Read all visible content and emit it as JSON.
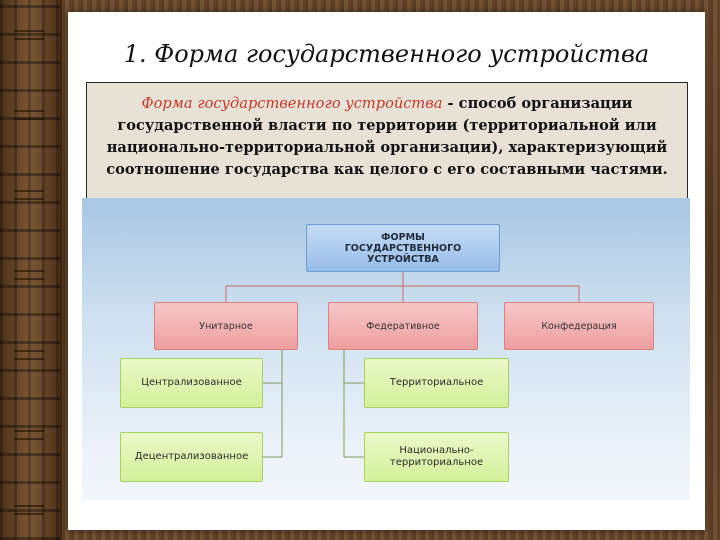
{
  "slide": {
    "title": "1. Форма государственного устройства",
    "definition": {
      "term": "Форма государственного устройства",
      "text": " - способ организации государственной власти по территории (территориальной или национально-территориальной организации), характеризующий соотношение государства как целого с его составными частями."
    }
  },
  "diagram": {
    "root": "ФОРМЫ\nГОСУДАРСТВЕННОГО\nУСТРОЙСТВА",
    "types": [
      "Унитарное",
      "Федеративное",
      "Конфедерация"
    ],
    "unitary_kinds": [
      "Централизованное",
      "Децентрализованное"
    ],
    "federal_kinds": [
      "Территориальное",
      "Национально-\nтерриториальное"
    ]
  },
  "colors": {
    "root_fill": "#97bde9",
    "type_fill": "#ee9f9f",
    "kind_fill": "#d3f09a",
    "connector": "#cc6b5e"
  }
}
